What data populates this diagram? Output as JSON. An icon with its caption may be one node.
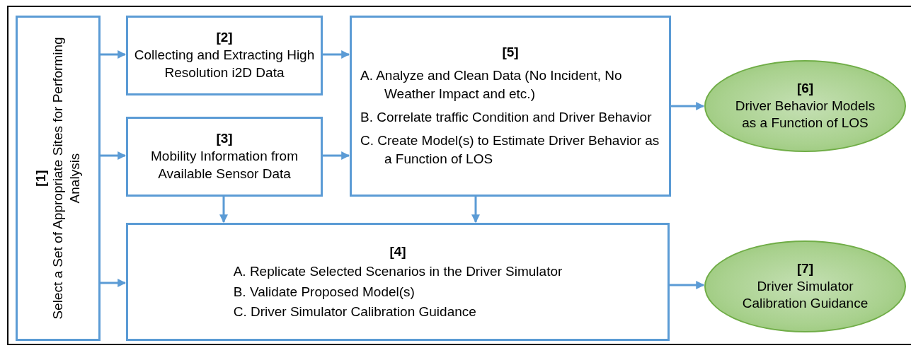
{
  "diagram": {
    "nodes": [
      {
        "text": [
          "[1]",
          "Select a Set of Appropriate Sites for Performing Analysis"
        ]
      },
      {
        "text": [
          "[2]",
          "Collecting and Extracting High Resolution i2D Data"
        ]
      },
      {
        "text": [
          "[3]",
          "Mobility Information from Available Sensor Data"
        ]
      },
      {
        "text": [
          "[5]",
          "A. Analyze and Clean Data (No Incident, No Weather Impact and etc.)",
          "B. Correlate traffic Condition and Driver Behavior",
          "C. Create Model(s) to Estimate Driver Behavior as a Function of LOS"
        ]
      },
      {
        "text": [
          "[6]",
          "Driver Behavior Models as a Function of LOS"
        ]
      },
      {
        "text": [
          "[4]",
          "A. Replicate Selected Scenarios in the Driver Simulator",
          "B. Validate Proposed Model(s)",
          "C. Driver Simulator Calibration Guidance"
        ]
      },
      {
        "text": [
          "[7]",
          "Driver Simulator Calibration Guidance"
        ]
      }
    ],
    "edges": [
      {
        "from": 0,
        "to": 1,
        "arrow": "to"
      },
      {
        "from": 0,
        "to": 2,
        "arrow": "to"
      },
      {
        "from": 0,
        "to": 5,
        "arrow": "to"
      },
      {
        "from": 1,
        "to": 3,
        "arrow": "to"
      },
      {
        "from": 2,
        "to": 3,
        "arrow": "to"
      },
      {
        "from": 2,
        "to": 5,
        "arrow": "to"
      },
      {
        "from": 3,
        "to": 5,
        "arrow": "to"
      },
      {
        "from": 3,
        "to": 4,
        "arrow": "to"
      },
      {
        "from": 5,
        "to": 6,
        "arrow": "to"
      }
    ]
  }
}
